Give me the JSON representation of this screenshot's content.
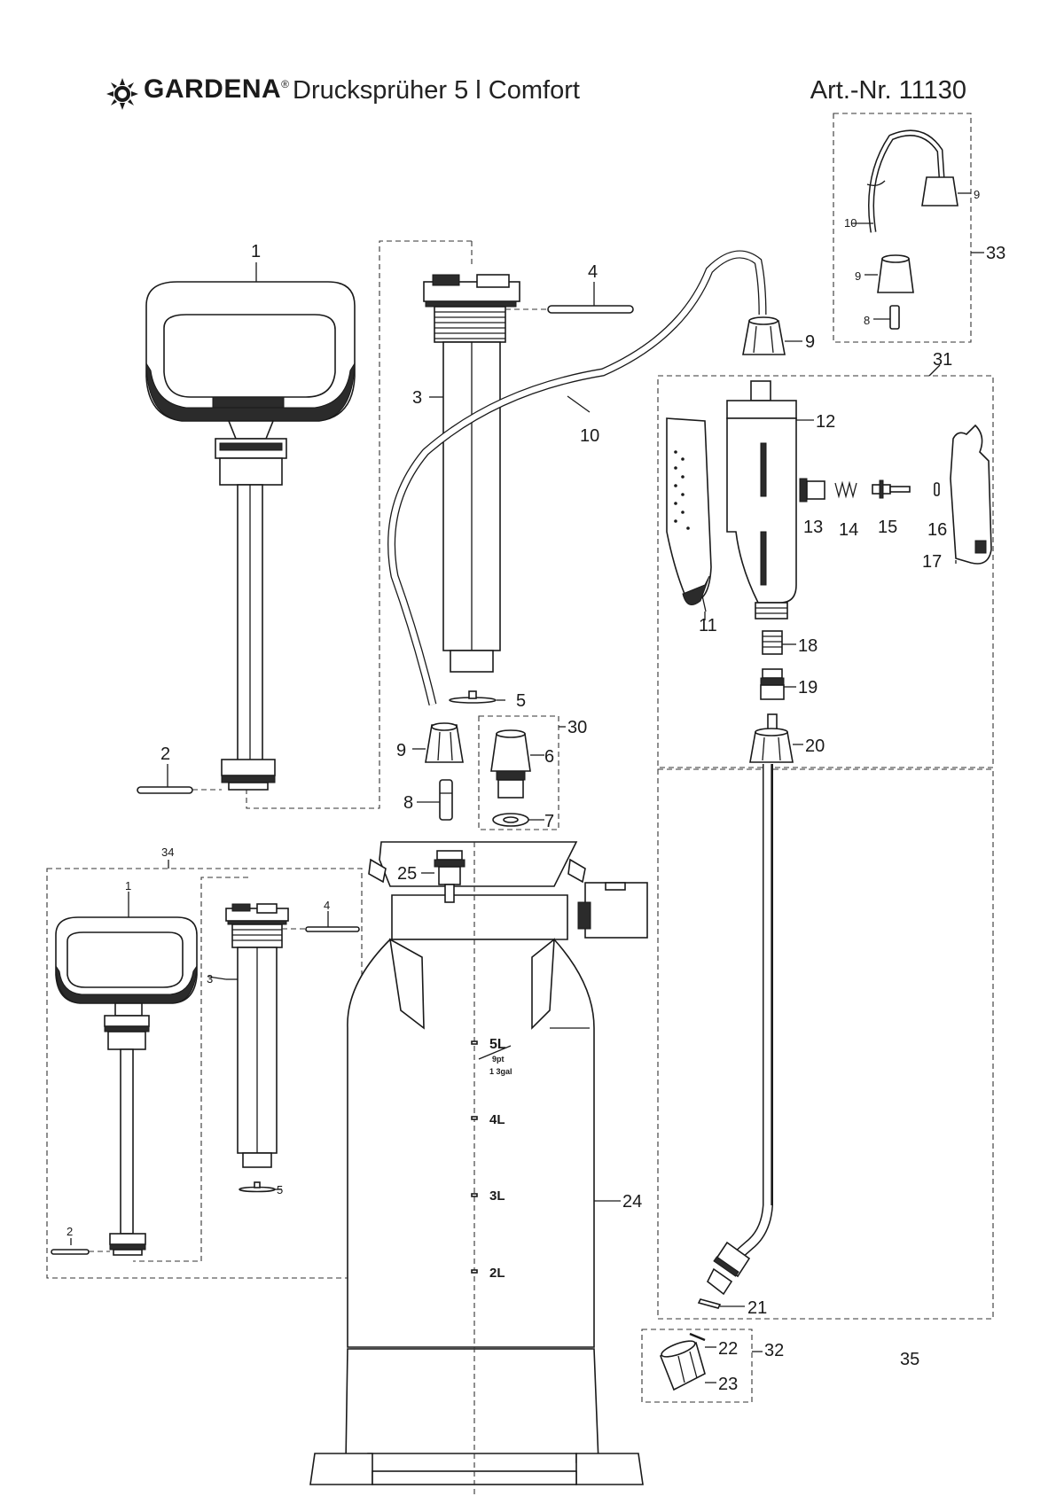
{
  "header": {
    "brand": "GARDENA",
    "brand_mark": "®",
    "product": "Drucksprüher 5 l Comfort",
    "article": "Art.-Nr. 11130"
  },
  "icons": {
    "logo": "gardena-sun-logo"
  },
  "callouts": {
    "c1": "1",
    "c2": "2",
    "c3": "3",
    "c4": "4",
    "c5": "5",
    "c6": "6",
    "c7": "7",
    "c8": "8",
    "c9": "9",
    "c10": "10",
    "c11": "11",
    "c12": "12",
    "c13": "13",
    "c14": "14",
    "c15": "15",
    "c16": "16",
    "c17": "17",
    "c18": "18",
    "c19": "19",
    "c20": "20",
    "c21": "21",
    "c22": "22",
    "c23": "23",
    "c24": "24",
    "c25": "25",
    "c30": "30",
    "c31": "31",
    "c32": "32",
    "c33": "33",
    "c34": "34",
    "c35": "35"
  },
  "tank_scale": {
    "l5": "5L",
    "pt": "9pt",
    "gal": "1 3gal",
    "l4": "4L",
    "l3": "3L",
    "l2": "2L"
  }
}
